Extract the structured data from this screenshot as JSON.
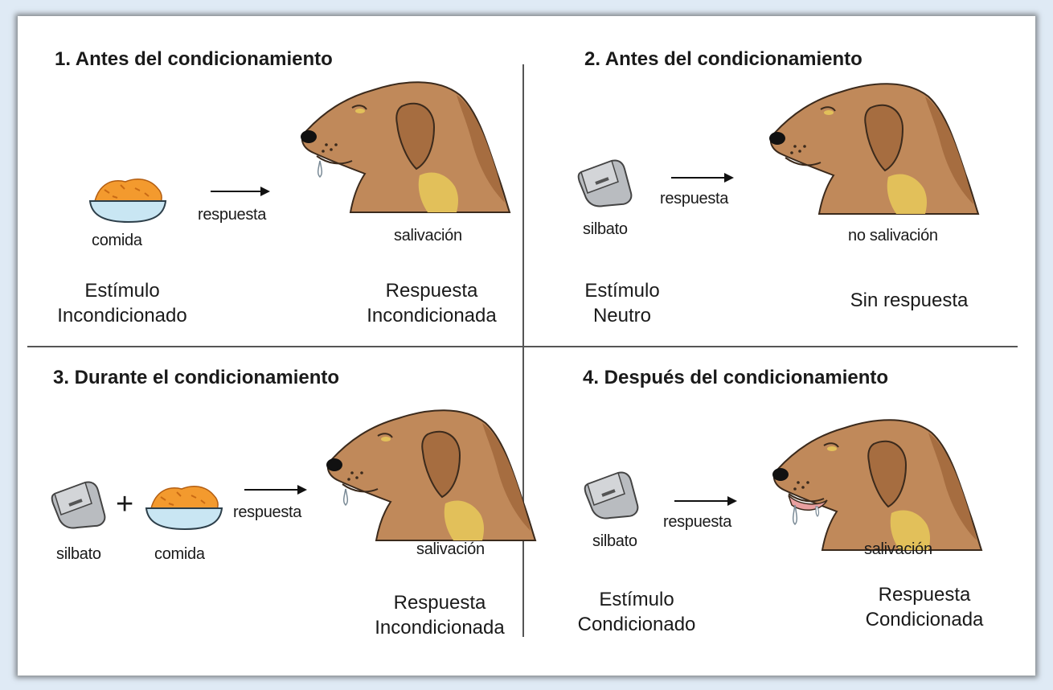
{
  "panels": [
    {
      "title": "1. Antes del condicionamiento",
      "stimulus_item": "comida",
      "arrow_label": "respuesta",
      "dog_label": "salivación",
      "stimulus_type": [
        "Estímulo",
        "Incondicionado"
      ],
      "response_type": [
        "Respuesta",
        "Incondicionada"
      ]
    },
    {
      "title": "2. Antes del condicionamiento",
      "stimulus_item": "silbato",
      "arrow_label": "respuesta",
      "dog_label": "no salivación",
      "stimulus_type": [
        "Estímulo",
        "Neutro"
      ],
      "response_type": [
        "Sin respuesta"
      ]
    },
    {
      "title": "3. Durante el condicionamiento",
      "stimulus_item": "silbato",
      "stimulus_item_2": "comida",
      "plus": "+",
      "arrow_label": "respuesta",
      "dog_label": "salivación",
      "response_type": [
        "Respuesta",
        "Incondicionada"
      ]
    },
    {
      "title": "4. Después del condicionamiento",
      "stimulus_item": "silbato",
      "arrow_label": "respuesta",
      "dog_label": "salivación",
      "stimulus_type": [
        "Estímulo",
        "Condicionado"
      ],
      "response_type": [
        "Respuesta",
        "Condicionada"
      ]
    }
  ],
  "colors": {
    "dog_fur": "#c0895a",
    "dog_patch": "#a66d40",
    "dog_chest": "#e2c05a",
    "food": "#f39a2e",
    "bowl": "#c9e6f3",
    "whistle": "#b9bcc0"
  },
  "icons": [
    "food-bowl-icon",
    "whistle-icon",
    "dog-head-icon",
    "arrow-icon"
  ]
}
